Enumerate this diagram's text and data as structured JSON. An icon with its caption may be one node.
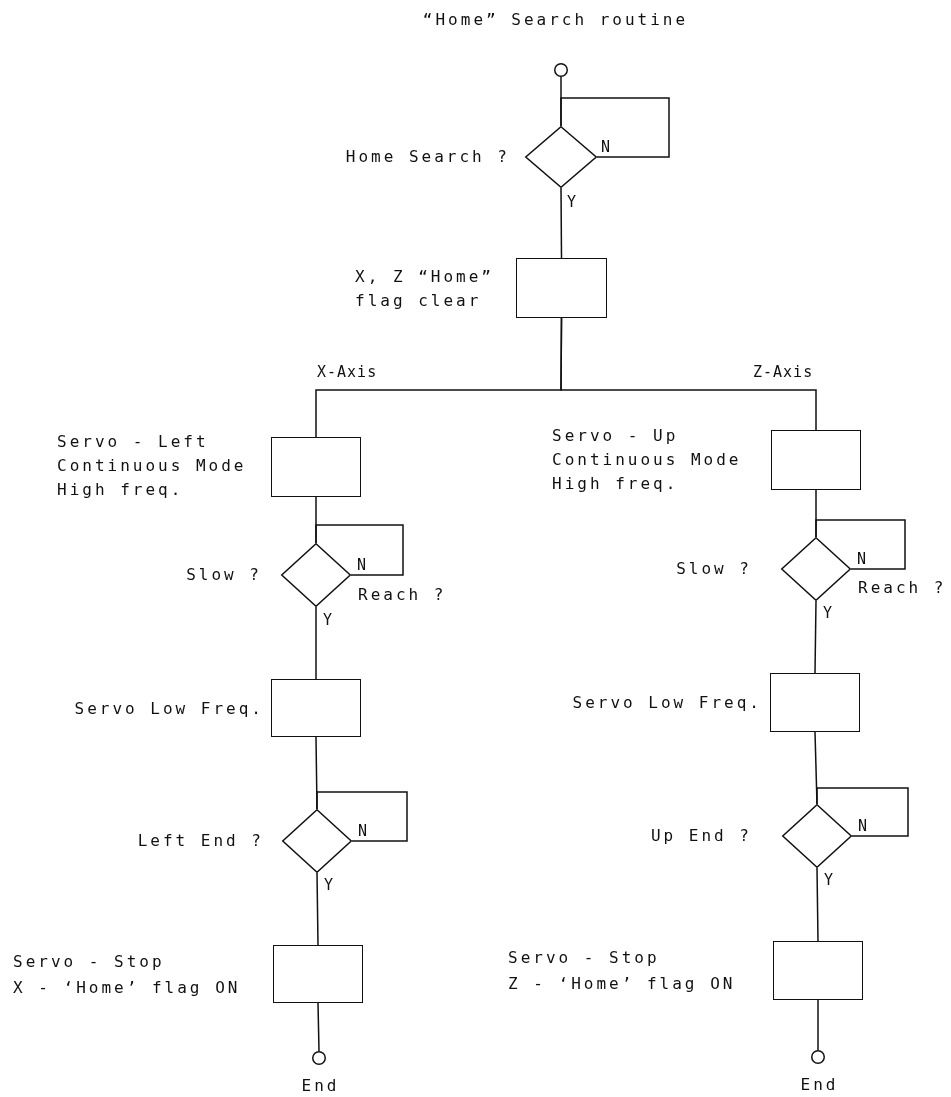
{
  "diagram": {
    "title": "“Home” Search routine",
    "nodes": [
      {
        "text": [],
        "shape": "circle"
      },
      {
        "text": [],
        "shape": "diamond",
        "beside": [
          "Home Search ?"
        ]
      },
      {
        "text": [],
        "shape": "box",
        "beside": [
          "X, Z “Home” flag clear"
        ]
      },
      {
        "text": [],
        "shape": "box",
        "beside": [
          "Servo - Left Continuous Mode High freq."
        ]
      },
      {
        "text": [],
        "shape": "diamond",
        "beside": [
          "Slow ?",
          "Reach ?"
        ]
      },
      {
        "text": [],
        "shape": "box",
        "beside": [
          "Servo Low Freq."
        ]
      },
      {
        "text": [],
        "shape": "diamond",
        "beside": [
          "Left End ?"
        ]
      },
      {
        "text": [],
        "shape": "box",
        "beside": [
          "Servo - Stop",
          "X - ‘Home’ flag ON"
        ]
      },
      {
        "text": [],
        "shape": "circle",
        "beside": [
          "End"
        ]
      },
      {
        "text": [],
        "shape": "box",
        "beside": [
          "Servo - Up Continuous Mode High freq."
        ]
      },
      {
        "text": [],
        "shape": "diamond",
        "beside": [
          "Slow ?",
          "Reach ?"
        ]
      },
      {
        "text": [],
        "shape": "box",
        "beside": [
          "Servo Low Freq."
        ]
      },
      {
        "text": [],
        "shape": "diamond",
        "beside": [
          "Up End ?"
        ]
      },
      {
        "text": [],
        "shape": "box",
        "beside": [
          "Servo - Stop",
          "Z - ‘Home’ flag ON"
        ]
      },
      {
        "text": [],
        "shape": "circle",
        "beside": [
          "End"
        ]
      }
    ],
    "edges": [
      {
        "from": 0,
        "to": 1,
        "arrow": "none"
      },
      {
        "from": 1,
        "to": 1,
        "label": "N",
        "arrow": "none"
      },
      {
        "from": 1,
        "to": 2,
        "label": "Y",
        "arrow": "none"
      },
      {
        "from": 2,
        "to": 3,
        "label": "X-Axis",
        "arrow": "none"
      },
      {
        "from": 2,
        "to": 9,
        "label": "Z-Axis",
        "arrow": "none"
      },
      {
        "from": 3,
        "to": 4,
        "arrow": "none"
      },
      {
        "from": 4,
        "to": 4,
        "label": "N",
        "arrow": "none"
      },
      {
        "from": 4,
        "to": 5,
        "label": "Y",
        "arrow": "none"
      },
      {
        "from": 5,
        "to": 6,
        "arrow": "none"
      },
      {
        "from": 6,
        "to": 6,
        "label": "N",
        "arrow": "none"
      },
      {
        "from": 6,
        "to": 7,
        "label": "Y",
        "arrow": "none"
      },
      {
        "from": 7,
        "to": 8,
        "arrow": "none"
      },
      {
        "from": 9,
        "to": 10,
        "arrow": "none"
      },
      {
        "from": 10,
        "to": 10,
        "label": "N",
        "arrow": "none"
      },
      {
        "from": 10,
        "to": 11,
        "label": "Y",
        "arrow": "none"
      },
      {
        "from": 11,
        "to": 12,
        "arrow": "none"
      },
      {
        "from": 12,
        "to": 12,
        "label": "N",
        "arrow": "none"
      },
      {
        "from": 12,
        "to": 13,
        "label": "Y",
        "arrow": "none"
      },
      {
        "from": 13,
        "to": 14,
        "arrow": "none"
      }
    ]
  }
}
